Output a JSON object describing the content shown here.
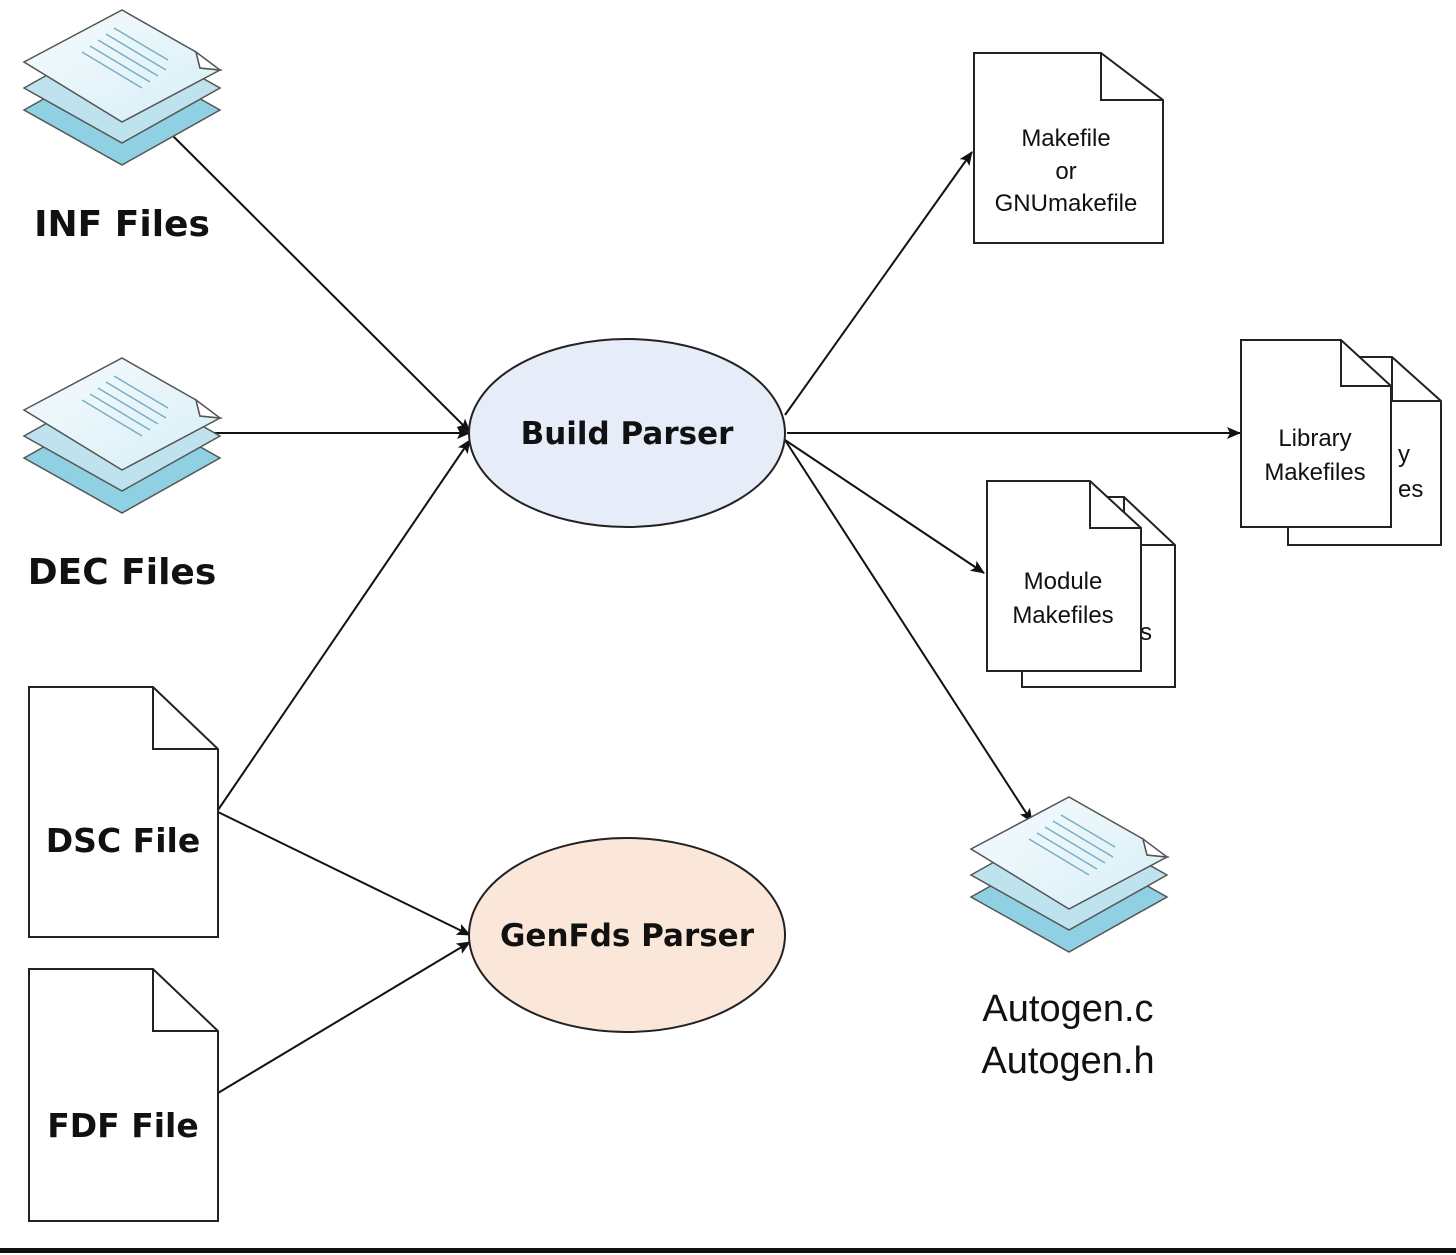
{
  "nodes": {
    "inf_files": {
      "label": "INF Files"
    },
    "dec_files": {
      "label": "DEC Files"
    },
    "dsc_file": {
      "label": "DSC File"
    },
    "fdf_file": {
      "label": "FDF File"
    },
    "build_parser": {
      "label": "Build Parser"
    },
    "genfds_parser": {
      "label": "GenFds Parser"
    },
    "makefile": {
      "line1": "Makefile",
      "line2": "or",
      "line3": "GNUmakefile"
    },
    "library_makefiles": {
      "line1": "Library",
      "line2": "Makefiles"
    },
    "module_makefiles": {
      "line1": "Module",
      "line2": "Makefiles"
    },
    "autogen": {
      "line1": "Autogen.c",
      "line2": "Autogen.h"
    }
  },
  "colors": {
    "build_parser_fill": "#e6edf8",
    "genfds_parser_fill": "#fbe7da",
    "stack_light": "#eef8fc",
    "stack_mid": "#bfe3ee",
    "stack_dark": "#8fd0e2",
    "stroke": "#222222"
  },
  "edges": [
    {
      "from": "inf_files",
      "to": "build_parser"
    },
    {
      "from": "dec_files",
      "to": "build_parser"
    },
    {
      "from": "dsc_file",
      "to": "build_parser"
    },
    {
      "from": "dsc_file",
      "to": "genfds_parser"
    },
    {
      "from": "fdf_file",
      "to": "genfds_parser"
    },
    {
      "from": "build_parser",
      "to": "makefile"
    },
    {
      "from": "build_parser",
      "to": "library_makefiles"
    },
    {
      "from": "build_parser",
      "to": "module_makefiles"
    },
    {
      "from": "build_parser",
      "to": "autogen"
    }
  ]
}
